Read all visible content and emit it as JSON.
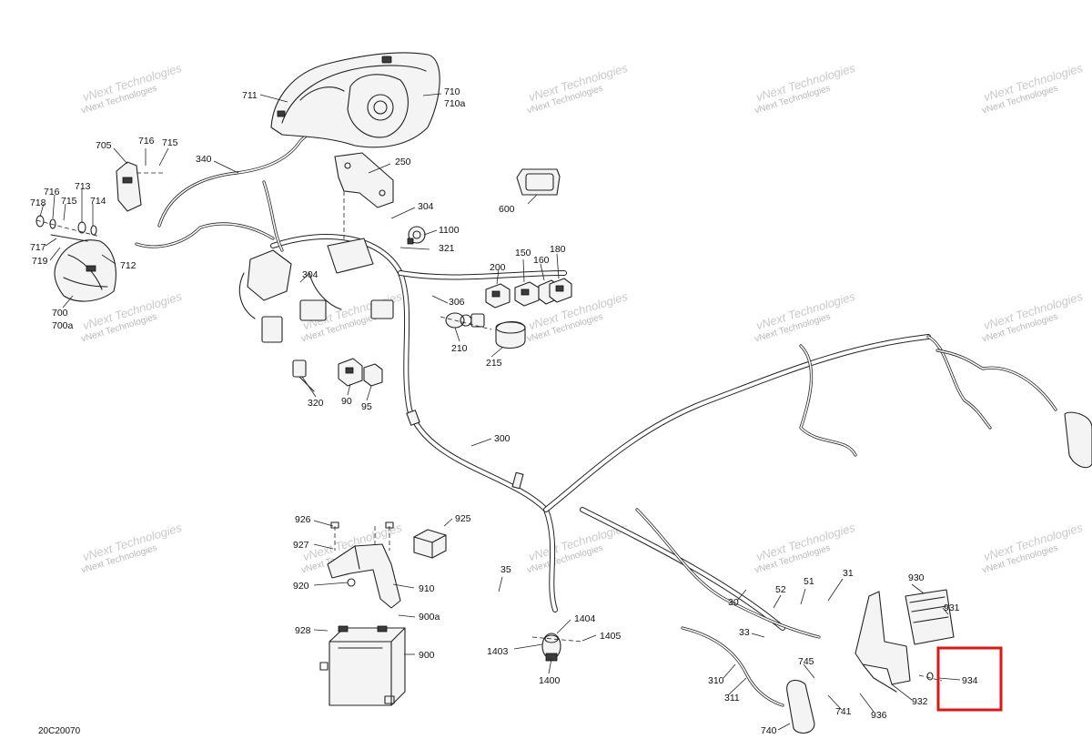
{
  "diagram_code": "20C20070",
  "watermark": "vNext Technologies",
  "highlight_color": "#e01515",
  "highlighted_part": "934",
  "callouts": [
    "711",
    "710",
    "710a",
    "705",
    "716",
    "715",
    "340",
    "250",
    "718",
    "713",
    "714",
    "717",
    "719",
    "712",
    "700",
    "700a",
    "304",
    "1100",
    "600",
    "321",
    "150",
    "180",
    "200",
    "160",
    "306",
    "210",
    "215",
    "320",
    "90",
    "95",
    "300",
    "926",
    "925",
    "927",
    "920",
    "910",
    "928",
    "900a",
    "900",
    "35",
    "1404",
    "1405",
    "1403",
    "1400",
    "51",
    "31",
    "30",
    "52",
    "930",
    "931",
    "33",
    "745",
    "310",
    "311",
    "740",
    "741",
    "936",
    "932",
    "934"
  ]
}
